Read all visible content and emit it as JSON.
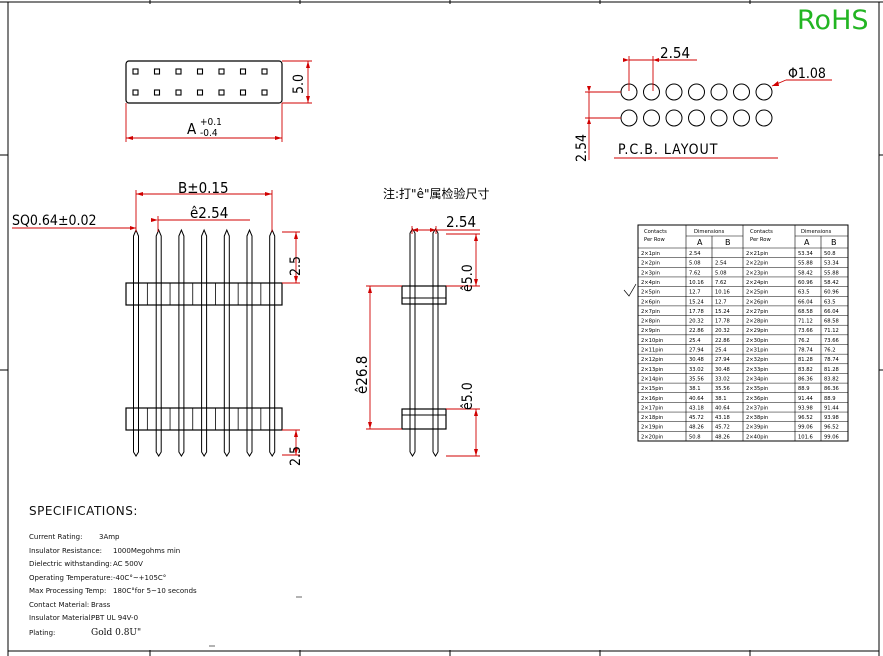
{
  "rohs": "RoHS",
  "front_view": {
    "pitch": "ê2.54",
    "width": "B±0.15",
    "sq": "SQ0.64±0.02",
    "top_len": "2.5",
    "bot_len": "2.5"
  },
  "top_view": {
    "height": "5.0",
    "length_main": "A",
    "tol_plus": "+0.1",
    "tol_minus": "-0.4"
  },
  "side_view": {
    "pitch": "2.54",
    "upper": "ê5.0",
    "total": "ê26.8",
    "lower": "ê5.0"
  },
  "note": "注:打\"ê\"属检验尺寸",
  "pcb": {
    "pitch": "2.54",
    "row_pitch": "2.54",
    "hole": "Φ1.08",
    "label": "P.C.B. LAYOUT"
  },
  "table": {
    "h_contacts": "Contacts",
    "h_per_row": "Per Row",
    "h_dimensions": "Dimensions",
    "h_a": "A",
    "h_b": "B",
    "left": [
      [
        "2×1pin",
        "2.54",
        ""
      ],
      [
        "2×2pin",
        "5.08",
        "2.54"
      ],
      [
        "2×3pin",
        "7.62",
        "5.08"
      ],
      [
        "2×4pin",
        "10.16",
        "7.62"
      ],
      [
        "2×5pin",
        "12.7",
        "10.16"
      ],
      [
        "2×6pin",
        "15.24",
        "12.7"
      ],
      [
        "2×7pin",
        "17.78",
        "15.24"
      ],
      [
        "2×8pin",
        "20.32",
        "17.78"
      ],
      [
        "2×9pin",
        "22.86",
        "20.32"
      ],
      [
        "2×10pin",
        "25.4",
        "22.86"
      ],
      [
        "2×11pin",
        "27.94",
        "25.4"
      ],
      [
        "2×12pin",
        "30.48",
        "27.94"
      ],
      [
        "2×13pin",
        "33.02",
        "30.48"
      ],
      [
        "2×14pin",
        "35.56",
        "33.02"
      ],
      [
        "2×15pin",
        "38.1",
        "35.56"
      ],
      [
        "2×16pin",
        "40.64",
        "38.1"
      ],
      [
        "2×17pin",
        "43.18",
        "40.64"
      ],
      [
        "2×18pin",
        "45.72",
        "43.18"
      ],
      [
        "2×19pin",
        "48.26",
        "45.72"
      ],
      [
        "2×20pin",
        "50.8",
        "48.26"
      ]
    ],
    "right": [
      [
        "2×21pin",
        "53.34",
        "50.8"
      ],
      [
        "2×22pin",
        "55.88",
        "53.34"
      ],
      [
        "2×23pin",
        "58.42",
        "55.88"
      ],
      [
        "2×24pin",
        "60.96",
        "58.42"
      ],
      [
        "2×25pin",
        "63.5",
        "60.96"
      ],
      [
        "2×26pin",
        "66.04",
        "63.5"
      ],
      [
        "2×27pin",
        "68.58",
        "66.04"
      ],
      [
        "2×28pin",
        "71.12",
        "68.58"
      ],
      [
        "2×29pin",
        "73.66",
        "71.12"
      ],
      [
        "2×30pin",
        "76.2",
        "73.66"
      ],
      [
        "2×31pin",
        "78.74",
        "76.2"
      ],
      [
        "2×32pin",
        "81.28",
        "78.74"
      ],
      [
        "2×33pin",
        "83.82",
        "81.28"
      ],
      [
        "2×34pin",
        "86.36",
        "83.82"
      ],
      [
        "2×35pin",
        "88.9",
        "86.36"
      ],
      [
        "2×36pin",
        "91.44",
        "88.9"
      ],
      [
        "2×37pin",
        "93.98",
        "91.44"
      ],
      [
        "2×38pin",
        "96.52",
        "93.98"
      ],
      [
        "2×39pin",
        "99.06",
        "96.52"
      ],
      [
        "2×40pin",
        "101.6",
        "99.06"
      ]
    ]
  },
  "specs": {
    "title": "SPECIFICATIONS:",
    "items": [
      {
        "label": "Current Rating:",
        "value": "3Amp"
      },
      {
        "label": "Insulator Resistance:",
        "value": "1000Megohms min"
      },
      {
        "label": "Dielectric withstanding:",
        "value": "AC 500V"
      },
      {
        "label": "Operating Temperature:",
        "value": "-40C°~+105C°"
      },
      {
        "label": "Max  Processing Temp:",
        "value": "180C°for 5~10 seconds"
      },
      {
        "label": "Contact  Material:",
        "value": "Brass"
      },
      {
        "label": "Insulator Material:",
        "value": "PBT UL 94V-0"
      },
      {
        "label": "Plating:",
        "value": "Gold 0.8U\""
      }
    ]
  },
  "colors": {
    "rohs": "#22b522",
    "line": "#000000",
    "dim": "#d00000"
  }
}
